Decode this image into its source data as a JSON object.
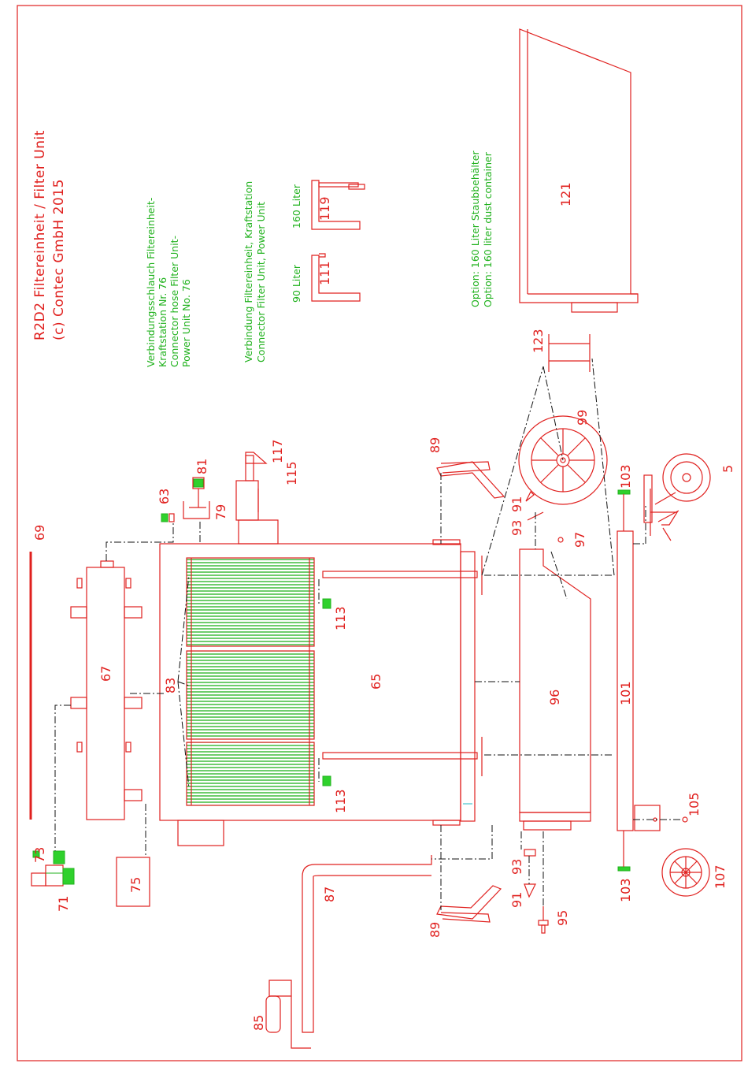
{
  "title": {
    "line1": "R2D2 Filtereinheit / Filter Unit",
    "line2": "(c) Contec GmbH 2015"
  },
  "notes": {
    "hose_de_1": "Verbindungsschlauch Filtereinheit-",
    "hose_de_2": "Kraftstation Nr. 76",
    "hose_en_1": "Connector hose Filter Unit-",
    "hose_en_2": "Power Unit No. 76",
    "conn_de": "Verbindung Filtereinheit, Kraftstation",
    "conn_en": "Connector Filter Unit, Power Unit",
    "liter_90": "90 Liter",
    "liter_160": "160 Liter",
    "option_de": "Option: 160 Liter Staubbehälter",
    "option_en": "Option: 160 liter dust container"
  },
  "parts": {
    "p5": "5",
    "p63": "63",
    "p65": "65",
    "p67": "67",
    "p69": "69",
    "p71": "71",
    "p73": "73",
    "p75": "75",
    "p79": "79",
    "p81": "81",
    "p83": "83",
    "p85": "85",
    "p87": "87",
    "p89a": "89",
    "p89b": "89",
    "p91a": "91",
    "p91b": "91",
    "p93a": "93",
    "p93b": "93",
    "p95": "95",
    "p96": "96",
    "p97": "97",
    "p99": "99",
    "p101": "101",
    "p103a": "103",
    "p103b": "103",
    "p105": "105",
    "p107": "107",
    "p111": "111",
    "p113a": "113",
    "p113b": "113",
    "p115": "115",
    "p117": "117",
    "p119": "119",
    "p121": "121",
    "p123": "123"
  },
  "colors": {
    "lines": "#e0201e",
    "filters": "#21b21e",
    "centerlines": "#111111"
  }
}
